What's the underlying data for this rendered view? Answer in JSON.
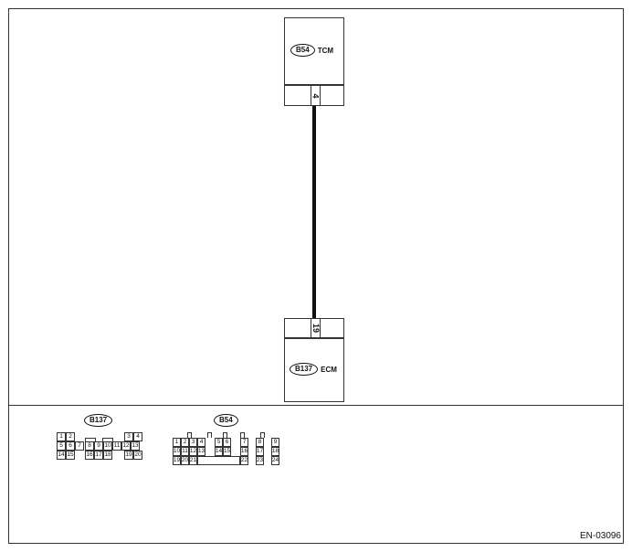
{
  "tcm": {
    "code": "B54",
    "name": "TCM",
    "pin": "4"
  },
  "ecm": {
    "code": "B137",
    "name": "ECM",
    "pin": "19"
  },
  "connectors": {
    "b137": {
      "code": "B137",
      "pins": [
        "1",
        "2",
        "3",
        "4",
        "5",
        "6",
        "7",
        "8",
        "9",
        "10",
        "11",
        "12",
        "13",
        "14",
        "15",
        "16",
        "17",
        "18",
        "19",
        "20"
      ]
    },
    "b54": {
      "code": "B54",
      "pins": [
        "1",
        "2",
        "3",
        "4",
        "5",
        "6",
        "7",
        "8",
        "9",
        "10",
        "11",
        "12",
        "13",
        "14",
        "15",
        "16",
        "17",
        "18",
        "19",
        "20",
        "21",
        "22",
        "23",
        "24"
      ]
    }
  },
  "figure_code": "EN-03096"
}
